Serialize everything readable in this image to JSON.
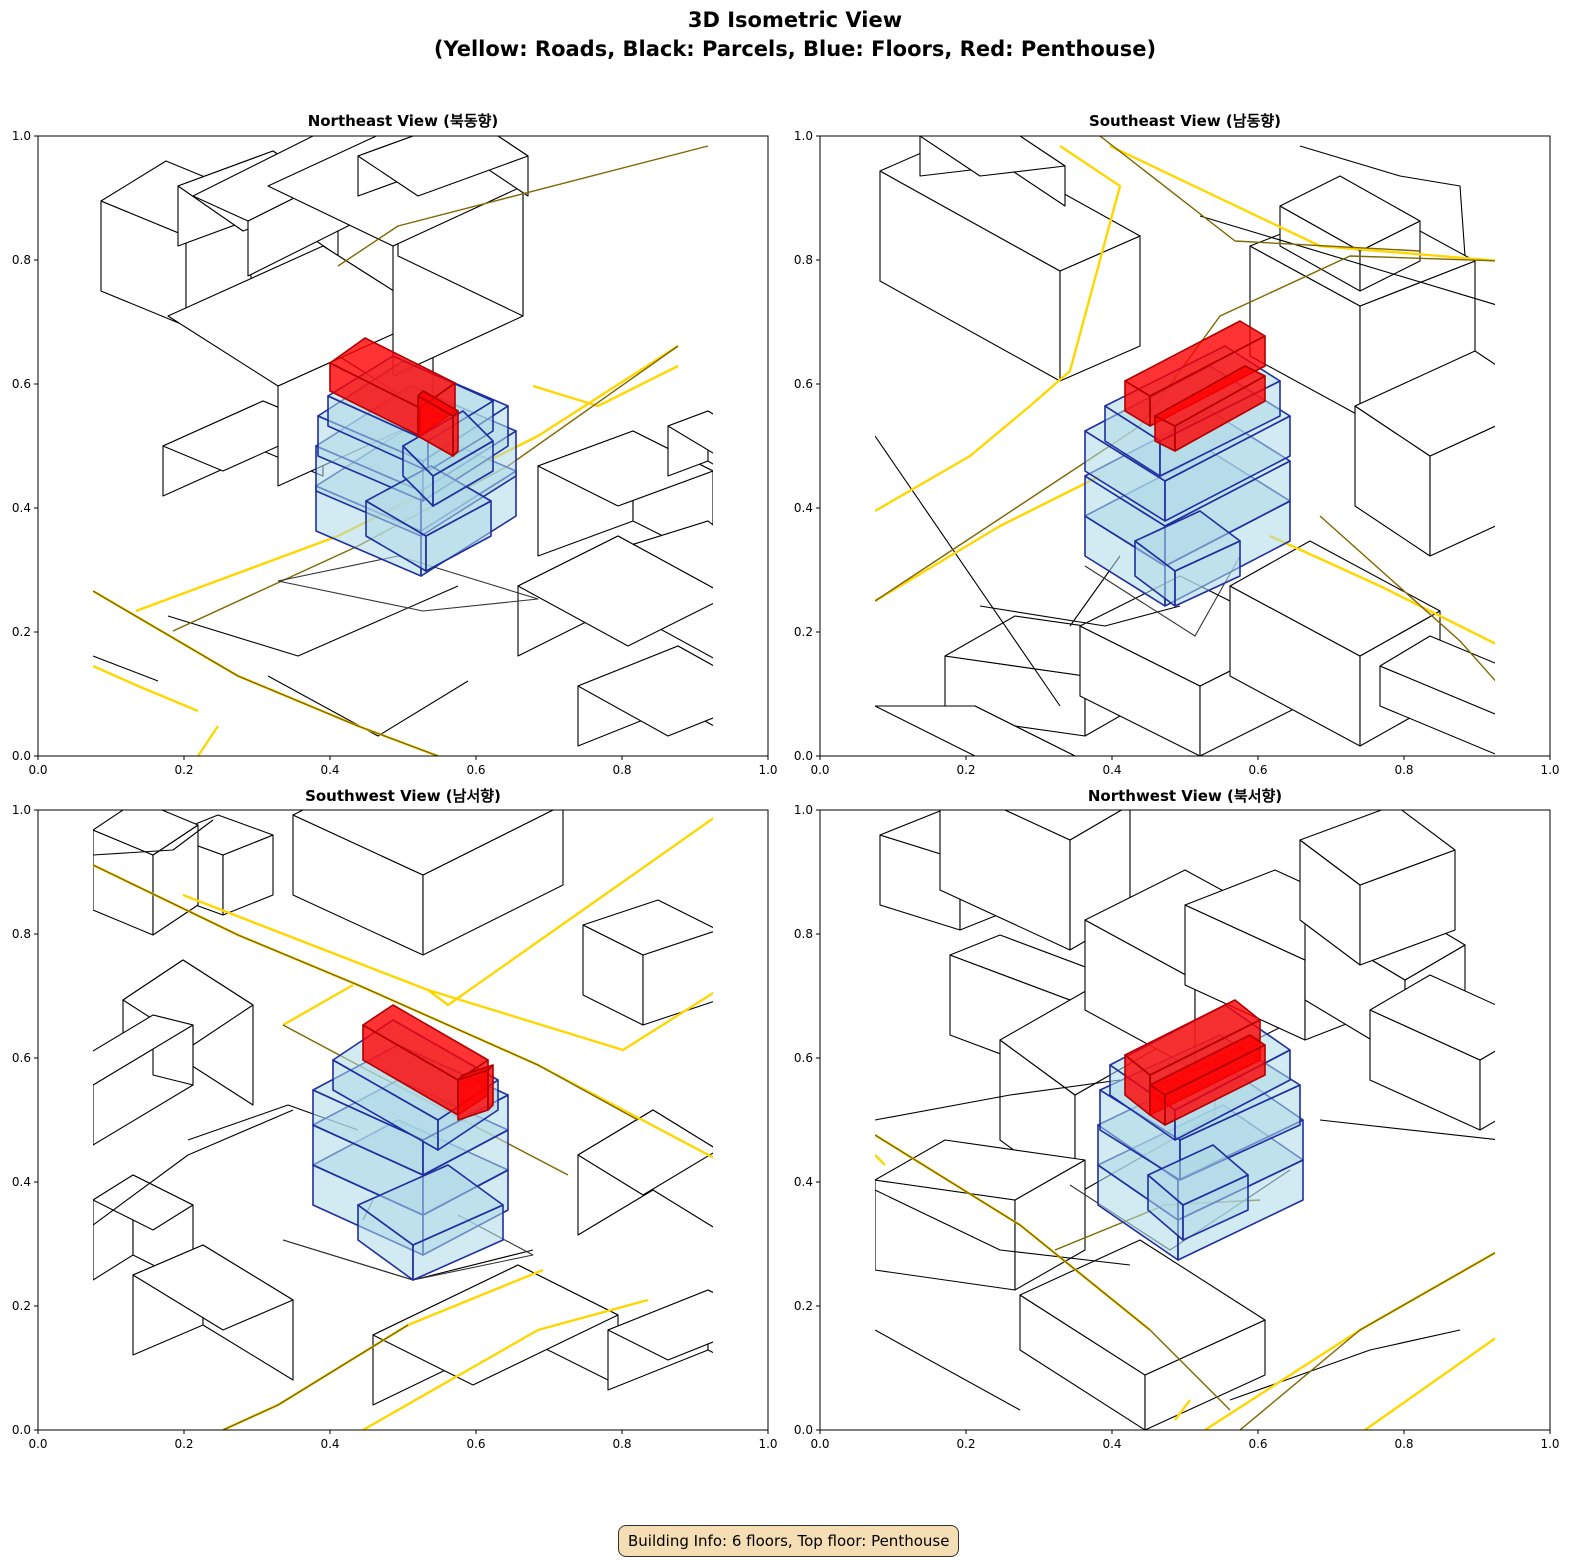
{
  "figure": {
    "title_line1": "3D Isometric View",
    "title_line2": "(Yellow: Roads, Black: Parcels, Blue: Floors, Red: Penthouse)",
    "info_box": "Building Info: 6 floors, Top floor: Penthouse"
  },
  "colors": {
    "road": "#ffd700",
    "road_edge": "#806600",
    "parcel": "#000000",
    "floor_fill": "#add8e6",
    "floor_edge": "#1f2fa0",
    "penthouse_fill": "#ff0000",
    "penthouse_edge": "#b30000",
    "info_box_bg": "#f5deb3"
  },
  "axes": {
    "x_ticks": [
      "0.0",
      "0.2",
      "0.4",
      "0.6",
      "0.8",
      "1.0"
    ],
    "y_ticks": [
      "0.0",
      "0.2",
      "0.4",
      "0.6",
      "0.8",
      "1.0"
    ],
    "xlim": [
      0,
      1
    ],
    "ylim": [
      0,
      1
    ]
  },
  "panels": [
    {
      "id": "northeast",
      "title": "Northeast View (북동향)"
    },
    {
      "id": "southeast",
      "title": "Southeast View (남동향)"
    },
    {
      "id": "southwest",
      "title": "Southwest View (남서향)"
    },
    {
      "id": "northwest",
      "title": "Northwest View (북서향)"
    }
  ],
  "building": {
    "floors": 6,
    "top_floor": "Penthouse"
  }
}
